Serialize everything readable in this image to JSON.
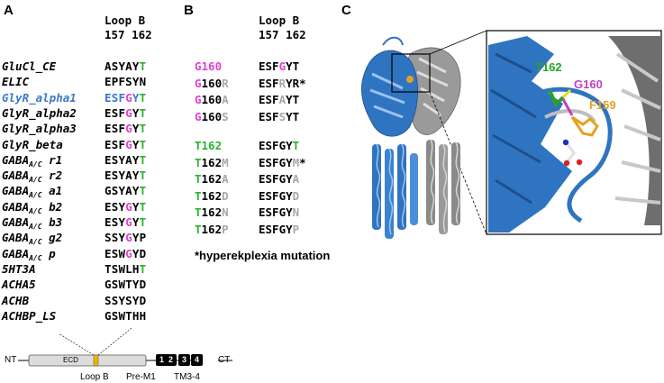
{
  "panels": {
    "a": "A",
    "b": "B",
    "c": "C"
  },
  "panel_a": {
    "header_line1": "Loop B",
    "header_line2": "157 162",
    "rows": [
      {
        "name_main": "GluCl_CE",
        "name_sub": "",
        "name_tail": "",
        "name_color": "#000000",
        "seq": [
          [
            "ASYAY",
            "k"
          ],
          [
            "T",
            "g"
          ]
        ]
      },
      {
        "name_main": "ELIC",
        "name_sub": "",
        "name_tail": "",
        "name_color": "#000000",
        "seq": [
          [
            "EPFSYN",
            "k"
          ]
        ]
      },
      {
        "name_main": "GlyR_alpha1",
        "name_sub": "",
        "name_tail": "",
        "name_color": "#3a78c9",
        "seq": [
          [
            "ESF",
            "bl"
          ],
          [
            "G",
            "m"
          ],
          [
            "Y",
            "bl"
          ],
          [
            "T",
            "g"
          ]
        ]
      },
      {
        "name_main": "GlyR_alpha2",
        "name_sub": "",
        "name_tail": "",
        "name_color": "#000000",
        "seq": [
          [
            "ESF",
            "k"
          ],
          [
            "G",
            "m"
          ],
          [
            "Y",
            "k"
          ],
          [
            "T",
            "g"
          ]
        ]
      },
      {
        "name_main": "GlyR_alpha3",
        "name_sub": "",
        "name_tail": "",
        "name_color": "#000000",
        "seq": [
          [
            "ESF",
            "k"
          ],
          [
            "G",
            "m"
          ],
          [
            "Y",
            "k"
          ],
          [
            "T",
            "g"
          ]
        ]
      },
      {
        "name_main": "GlyR_beta",
        "name_sub": "",
        "name_tail": "",
        "name_color": "#000000",
        "seq": [
          [
            "ESF",
            "k"
          ],
          [
            "G",
            "m"
          ],
          [
            "Y",
            "k"
          ],
          [
            "T",
            "g"
          ]
        ]
      },
      {
        "name_main": "GABA",
        "name_sub": "A/C",
        "name_tail": " r1",
        "name_color": "#000000",
        "seq": [
          [
            "ESYAY",
            "k"
          ],
          [
            "T",
            "g"
          ]
        ]
      },
      {
        "name_main": "GABA",
        "name_sub": "A/C",
        "name_tail": " r2",
        "name_color": "#000000",
        "seq": [
          [
            "ESYAY",
            "k"
          ],
          [
            "T",
            "g"
          ]
        ]
      },
      {
        "name_main": "GABA",
        "name_sub": "A/C",
        "name_tail": " a1",
        "name_color": "#000000",
        "seq": [
          [
            "GSYAY",
            "k"
          ],
          [
            "T",
            "g"
          ]
        ]
      },
      {
        "name_main": "GABA",
        "name_sub": "A/C",
        "name_tail": " b2",
        "name_color": "#000000",
        "seq": [
          [
            "ESY",
            "k"
          ],
          [
            "G",
            "m"
          ],
          [
            "Y",
            "k"
          ],
          [
            "T",
            "g"
          ]
        ]
      },
      {
        "name_main": "GABA",
        "name_sub": "A/C",
        "name_tail": " b3",
        "name_color": "#000000",
        "seq": [
          [
            "ESY",
            "k"
          ],
          [
            "G",
            "m"
          ],
          [
            "Y",
            "k"
          ],
          [
            "T",
            "g"
          ]
        ]
      },
      {
        "name_main": "GABA",
        "name_sub": "A/C",
        "name_tail": " g2",
        "name_color": "#000000",
        "seq": [
          [
            "SSY",
            "k"
          ],
          [
            "G",
            "m"
          ],
          [
            "YP",
            "k"
          ]
        ]
      },
      {
        "name_main": "GABA",
        "name_sub": "A/C",
        "name_tail": " p",
        "name_color": "#000000",
        "seq": [
          [
            "ESW",
            "k"
          ],
          [
            "G",
            "m"
          ],
          [
            "YD",
            "k"
          ]
        ]
      },
      {
        "name_main": "5HT3A",
        "name_sub": "",
        "name_tail": "",
        "name_color": "#000000",
        "seq": [
          [
            "TSWLH",
            "k"
          ],
          [
            "T",
            "g"
          ]
        ]
      },
      {
        "name_main": "ACHA5",
        "name_sub": "",
        "name_tail": "",
        "name_color": "#000000",
        "seq": [
          [
            "GSWTYD",
            "k"
          ]
        ]
      },
      {
        "name_main": "ACHB",
        "name_sub": "",
        "name_tail": "",
        "name_color": "#000000",
        "seq": [
          [
            "SSYSYD",
            "k"
          ]
        ]
      },
      {
        "name_main": "ACHBP_LS",
        "name_sub": "",
        "name_tail": "",
        "name_color": "#000000",
        "seq": [
          [
            "GSWTHH",
            "k"
          ]
        ]
      }
    ]
  },
  "panel_b": {
    "header_line1": "Loop B",
    "header_line2": "157 162",
    "g_group": [
      {
        "label": [
          [
            "G160",
            "m"
          ]
        ],
        "seq": [
          [
            "ESF",
            "k"
          ],
          [
            "G",
            "m"
          ],
          [
            "YT",
            "k"
          ]
        ]
      },
      {
        "label": [
          [
            "G",
            "m"
          ],
          [
            "160",
            "k"
          ],
          [
            "R",
            "gr"
          ]
        ],
        "seq": [
          [
            "ESF",
            "k"
          ],
          [
            "R",
            "gr"
          ],
          [
            "YR*",
            "k"
          ]
        ]
      },
      {
        "label": [
          [
            "G",
            "m"
          ],
          [
            "160",
            "k"
          ],
          [
            "A",
            "gr"
          ]
        ],
        "seq": [
          [
            "ESF",
            "k"
          ],
          [
            "A",
            "gr"
          ],
          [
            "YT",
            "k"
          ]
        ]
      },
      {
        "label": [
          [
            "G",
            "m"
          ],
          [
            "160",
            "k"
          ],
          [
            "S",
            "gr"
          ]
        ],
        "seq": [
          [
            "ESF",
            "k"
          ],
          [
            "S",
            "gr"
          ],
          [
            "YT",
            "k"
          ]
        ]
      }
    ],
    "t_group": [
      {
        "label": [
          [
            "T162",
            "g"
          ]
        ],
        "seq": [
          [
            "ESFGY",
            "k"
          ],
          [
            "T",
            "g"
          ]
        ]
      },
      {
        "label": [
          [
            "T",
            "g"
          ],
          [
            "162",
            "k"
          ],
          [
            "M",
            "gr"
          ]
        ],
        "seq": [
          [
            "ESFGY",
            "k"
          ],
          [
            "M",
            "gr"
          ],
          [
            "*",
            "k"
          ]
        ]
      },
      {
        "label": [
          [
            "T",
            "g"
          ],
          [
            "162",
            "k"
          ],
          [
            "A",
            "gr"
          ]
        ],
        "seq": [
          [
            "ESFGY",
            "k"
          ],
          [
            "A",
            "gr"
          ]
        ]
      },
      {
        "label": [
          [
            "T",
            "g"
          ],
          [
            "162",
            "k"
          ],
          [
            "D",
            "gr"
          ]
        ],
        "seq": [
          [
            "ESFGY",
            "k"
          ],
          [
            "D",
            "gr"
          ]
        ]
      },
      {
        "label": [
          [
            "T",
            "g"
          ],
          [
            "162",
            "k"
          ],
          [
            "N",
            "gr"
          ]
        ],
        "seq": [
          [
            "ESFGY",
            "k"
          ],
          [
            "N",
            "gr"
          ]
        ]
      },
      {
        "label": [
          [
            "T",
            "g"
          ],
          [
            "162",
            "k"
          ],
          [
            "P",
            "gr"
          ]
        ],
        "seq": [
          [
            "ESFGY",
            "k"
          ],
          [
            "P",
            "gr"
          ]
        ]
      }
    ],
    "footnote": "*hyperekplexia mutation"
  },
  "domain_bar": {
    "nt": "NT",
    "ct": "CT",
    "ecd": "ECD",
    "loop_b": "Loop B",
    "pre_m1": "Pre-M1",
    "tm_label": "TM3-4",
    "tm_numbers": [
      "1",
      "2",
      "3",
      "4"
    ],
    "loop_color": "#f0b400"
  },
  "structure": {
    "labels": {
      "t162": "T162",
      "g160": "G160",
      "f159": "F159"
    },
    "colors": {
      "blue": "#2f74c0",
      "grey": "#8a8a8a",
      "green": "#2aa02a",
      "magenta": "#c040c0",
      "orange": "#e8a020"
    }
  }
}
